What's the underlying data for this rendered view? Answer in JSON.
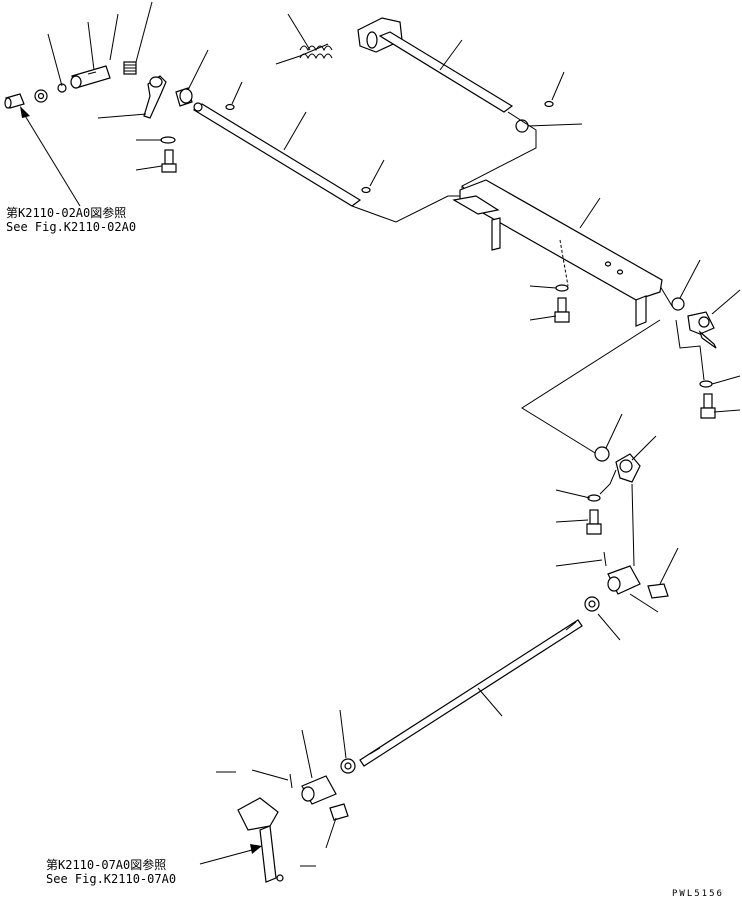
{
  "references": [
    {
      "ja": "第K2110-02A0図参照",
      "en": "See Fig.K2110-02A0"
    },
    {
      "ja": "第K2110-07A0図参照",
      "en": "See Fig.K2110-07A0"
    }
  ],
  "drawing_code": "PWL5156"
}
